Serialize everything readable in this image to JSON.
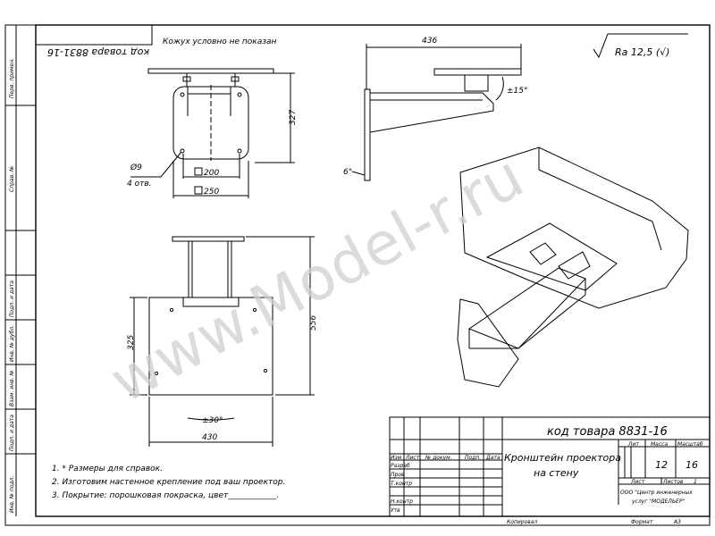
{
  "header": {
    "product_code_mirrored": "код товара 8831-16"
  },
  "top_note": "Кожух условно не показан",
  "roughness": "Ra 12,5 (√)",
  "dims": {
    "top_width": "436",
    "angle_15": "±15°",
    "angle_6": "6°",
    "height_327": "327",
    "hole_dia": "Ø9",
    "hole_count": "4 отв.",
    "sq200": "200",
    "sq250": "250",
    "height_325": "325",
    "height_556": "556",
    "angle_30": "±30°",
    "width_430": "430"
  },
  "left_frame": [
    "Перв. примен.",
    "Справ. №",
    "Подп. и дата",
    "Инв. № дубл.",
    "Взам. инв. №",
    "Подп. и дата",
    "Инв. № подл."
  ],
  "watermark": "www.Model-r.ru",
  "notes": [
    "1. * Размеры для справок.",
    "2. Изготовим настенное крепление под ваш проектор.",
    "3. Покрытие: порошковая покраска, цвет____________."
  ],
  "title_block": {
    "code": "код товара 8831-16",
    "title_line1": "Кронштейн проектора",
    "title_line2": "на стену",
    "hdr_izm": "Изм",
    "hdr_list": "Лист",
    "hdr_ndok": "№ докум.",
    "hdr_podp": "Подп.",
    "hdr_data": "Дата",
    "razrab": "Разраб",
    "prov": "Пров",
    "tkontr": "Т.контр",
    "nkontr": "Н.контр",
    "utv": "Утв",
    "lit": "Лит",
    "massa": "Масса",
    "masshtab": "Масштаб",
    "mass_value": "12",
    "scale_value": "16",
    "list_label": "Лист",
    "listov_label": "Листов",
    "listov_value": "1",
    "org_line1": "ООО \"Центр инженерных",
    "org_line2": "услуг \"МОДЕЛЬЕР\"",
    "kopiroval": "Копировал",
    "format": "Формат",
    "format_value": "А3"
  }
}
